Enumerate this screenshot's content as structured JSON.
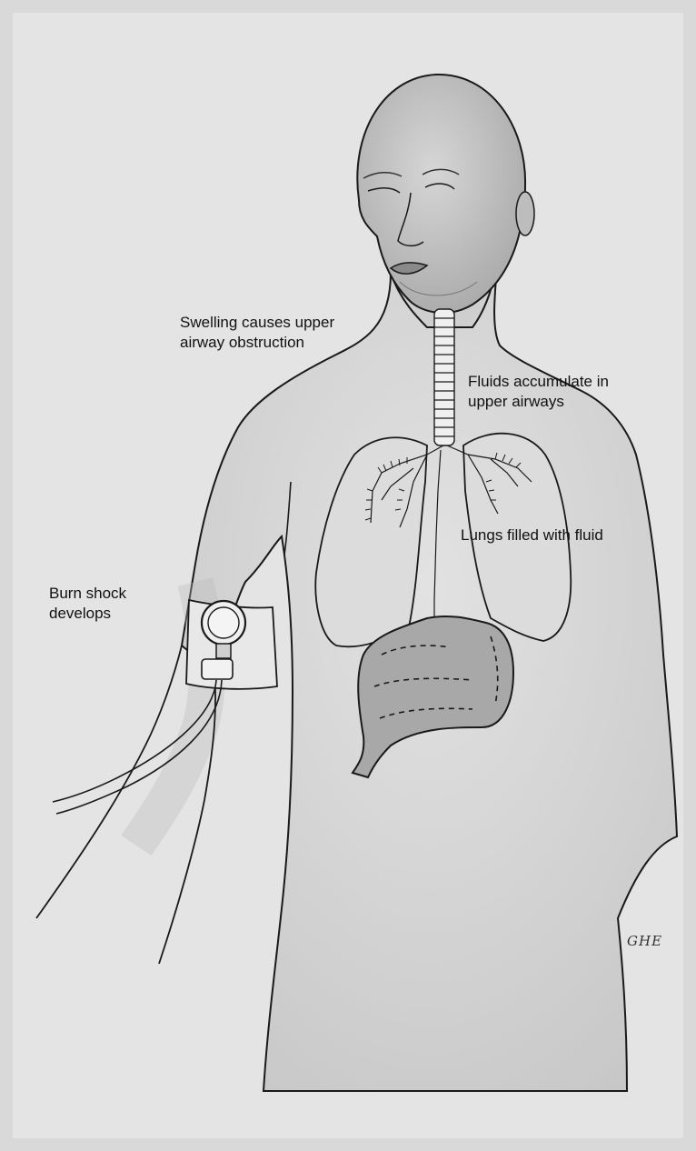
{
  "labels": {
    "upper_airway_obstruction": "Swelling causes upper\nairway obstruction",
    "fluids_upper_airways": "Fluids accumulate in\nupper airways",
    "lungs_fluid": "Lungs filled with fluid",
    "burn_shock": "Burn shock\ndevelops"
  },
  "signature": "GHE",
  "colors": {
    "background": "#d9d9d9",
    "paper": "#e6e6e6",
    "line": "#1a1a1a",
    "shading": "#b5b5b5",
    "stomach": "#a8a8a8"
  }
}
